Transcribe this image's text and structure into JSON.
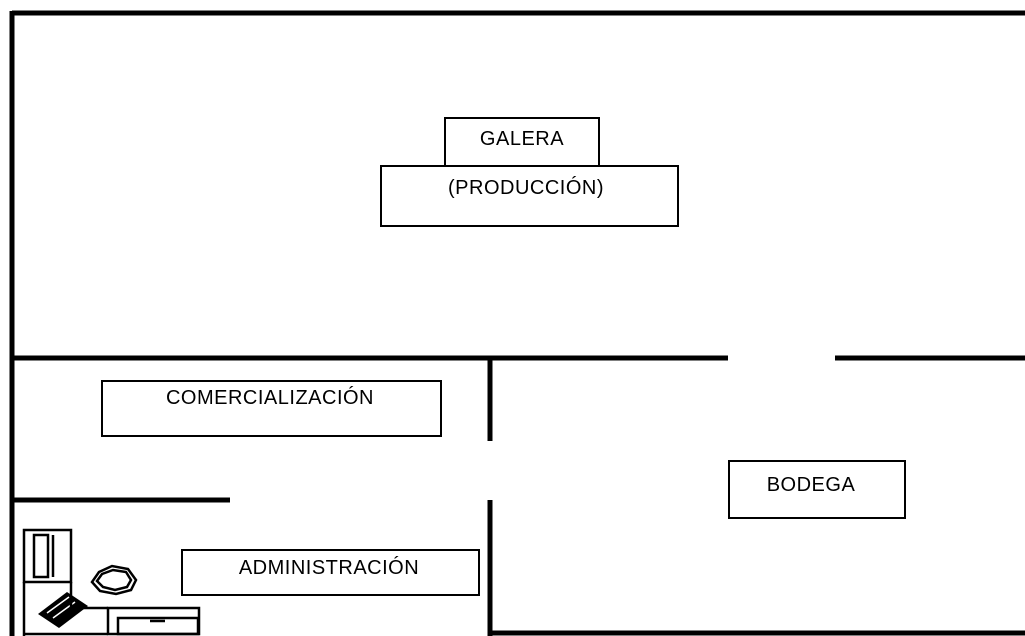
{
  "rooms": {
    "galera": {
      "label": "GALERA",
      "sublabel": "(PRODUCCIÓN)"
    },
    "comercializacion": {
      "label": "COMERCIALIZACIÓN"
    },
    "administracion": {
      "label": "ADMINISTRACIÓN"
    },
    "bodega": {
      "label": "BODEGA"
    }
  },
  "icons": {
    "furniture": "office-furniture-icon"
  },
  "colors": {
    "walls": "#000000",
    "background": "#ffffff"
  }
}
